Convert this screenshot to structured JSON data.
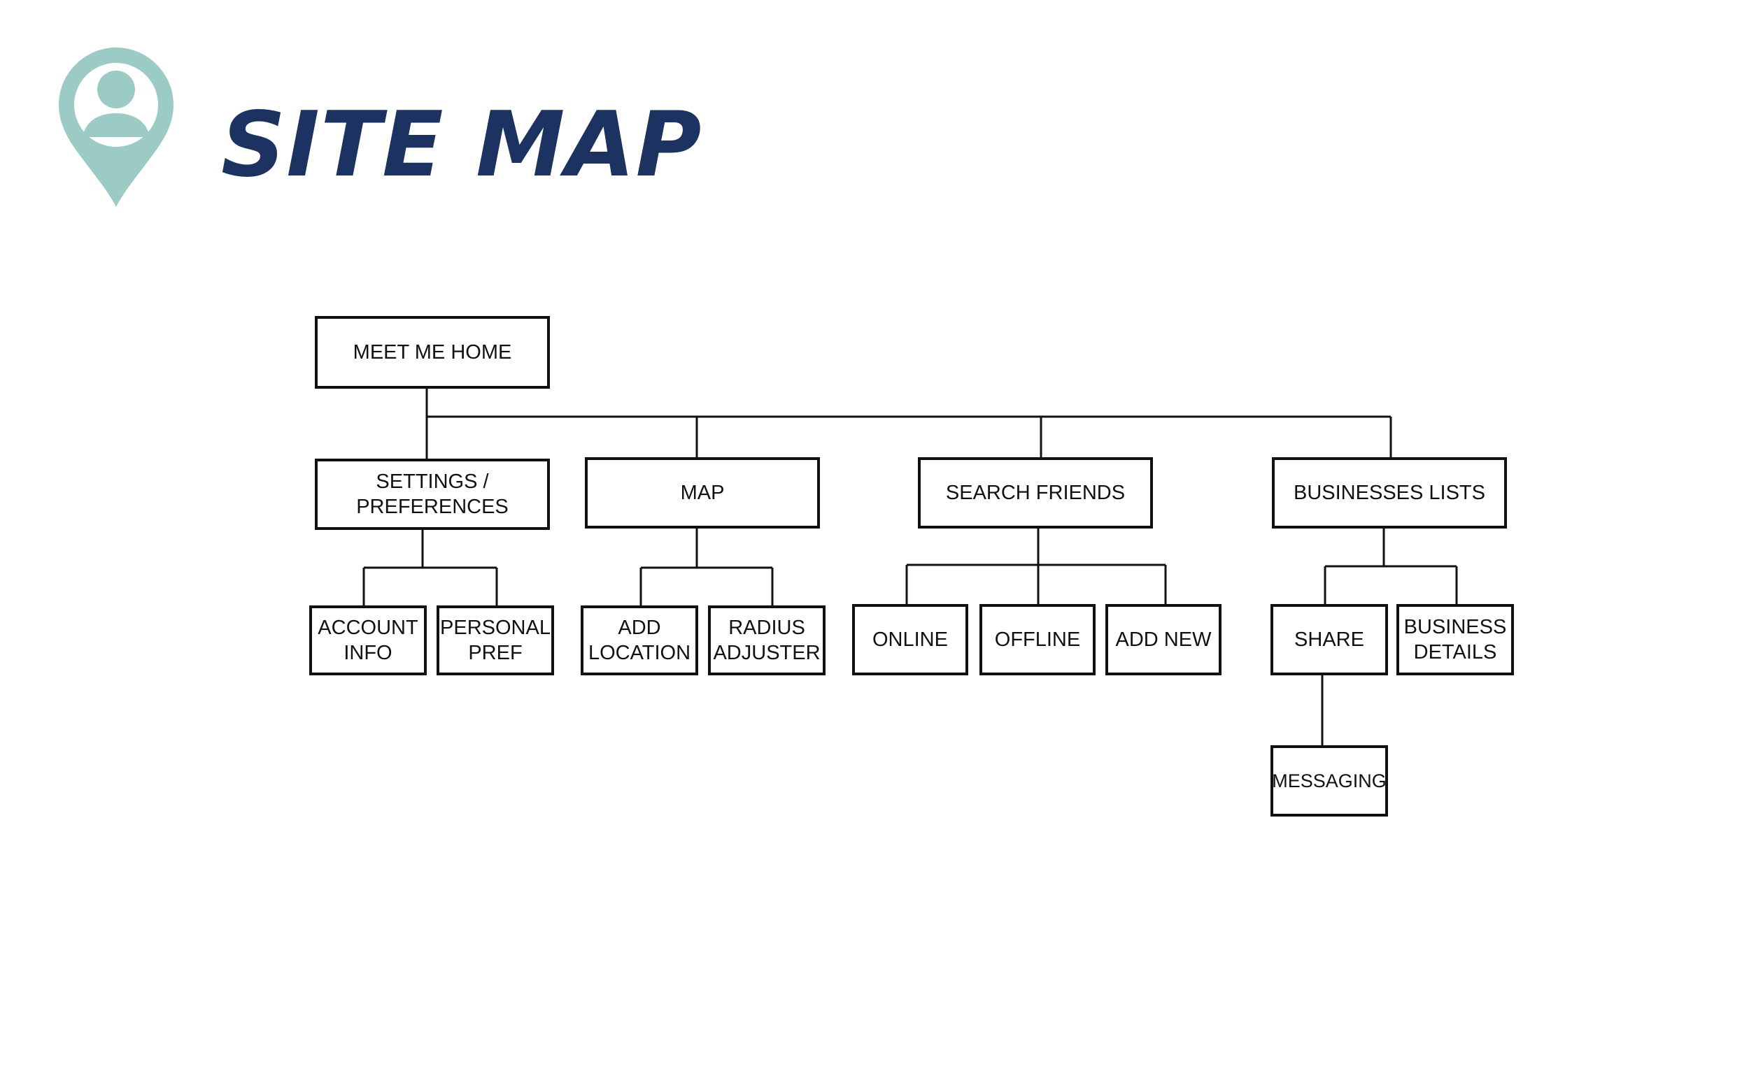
{
  "page": {
    "title": "SITE MAP",
    "logo_icon": "location-pin-person-icon"
  },
  "colors": {
    "title": "#1c3260",
    "logo": "#9ccbc6",
    "line": "#111111",
    "box_border": "#111111",
    "background": "#ffffff"
  },
  "sitemap": {
    "root": "MEET ME HOME",
    "settings": "SETTINGS /\nPREFERENCES",
    "account_info": "ACCOUNT\nINFO",
    "personal_pref": "PERSONAL\nPREF",
    "map": "MAP",
    "add_location": "ADD\nLOCATION",
    "radius_adjuster": "RADIUS\nADJUSTER",
    "search_friends": "SEARCH FRIENDS",
    "online": "ONLINE",
    "offline": "OFFLINE",
    "add_new": "ADD NEW",
    "businesses_lists": "BUSINESSES LISTS",
    "share": "SHARE",
    "business_details": "BUSINESS\nDETAILS",
    "messaging": "MESSAGING"
  }
}
